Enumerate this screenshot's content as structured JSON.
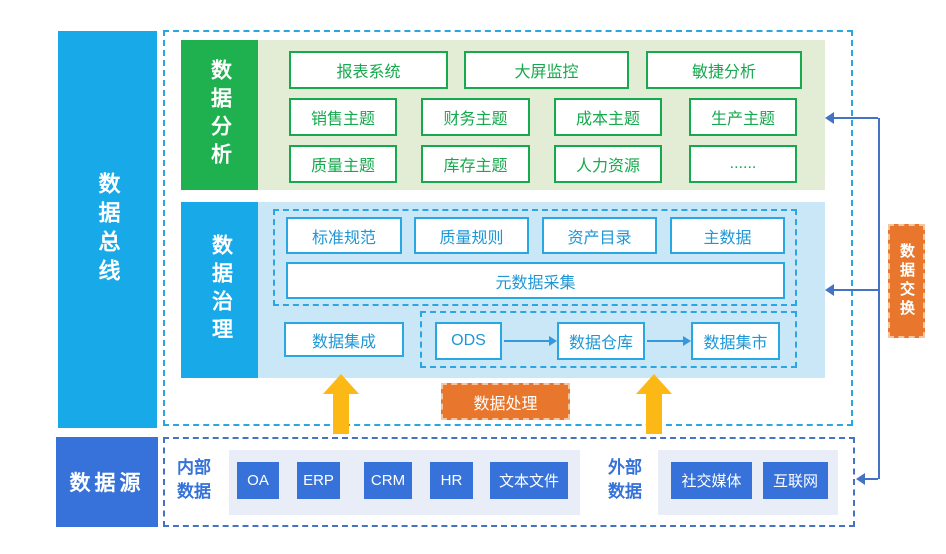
{
  "bus": {
    "label": "数据总线"
  },
  "analysis": {
    "label": "数据分析",
    "row1": [
      "报表系统",
      "大屏监控",
      "敏捷分析"
    ],
    "row2": [
      "销售主题",
      "财务主题",
      "成本主题",
      "生产主题"
    ],
    "row3": [
      "质量主题",
      "库存主题",
      "人力资源",
      "......"
    ]
  },
  "governance": {
    "label": "数据治理",
    "standards": [
      "标准规范",
      "质量规则",
      "资产目录",
      "主数据"
    ],
    "metadata": "元数据采集",
    "integration": "数据集成",
    "flow": [
      "ODS",
      "数据仓库",
      "数据集市"
    ]
  },
  "process": {
    "label": "数据处理"
  },
  "exchange": {
    "label": "数据交换"
  },
  "source": {
    "label": "数据源",
    "internal_label": "内部数据",
    "internal_items": [
      "OA",
      "ERP",
      "CRM",
      "HR",
      "文本文件"
    ],
    "external_label": "外部数据",
    "external_items": [
      "社交媒体",
      "互联网"
    ]
  },
  "colors": {
    "cyan_blue": "#18a9e9",
    "royal_blue": "#3672d9",
    "green": "#1fb150",
    "light_green_panel": "#e3edd5",
    "light_blue_panel": "#c9e7f6",
    "orange": "#e8772d",
    "gold_arrow": "#fcb814",
    "connector_blue": "#4472c4",
    "dashed_cyan": "#2aa7e3"
  }
}
